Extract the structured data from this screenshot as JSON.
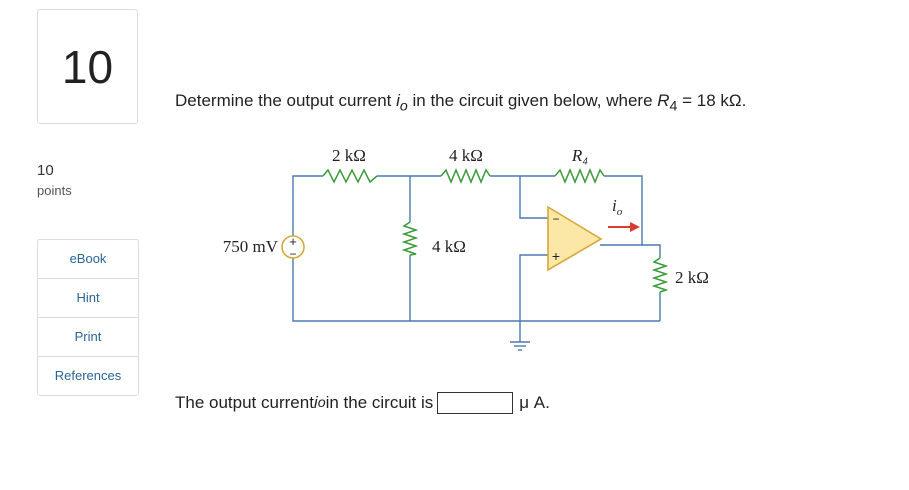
{
  "question": {
    "number": "10",
    "points_value": "10",
    "points_label": "points",
    "prompt_before": "Determine the output current ",
    "io_var": "i",
    "io_sub": "o",
    "prompt_after": " in the circuit given below, where ",
    "r4_var": "R",
    "r4_sub": "4",
    "r4_value": " = 18 kΩ."
  },
  "side_menu": [
    {
      "label": "eBook"
    },
    {
      "label": "Hint"
    },
    {
      "label": "Print"
    },
    {
      "label": "References"
    }
  ],
  "circuit": {
    "r1_label": "2 kΩ",
    "r2_label": "4 kΩ",
    "r4_label": "R₄",
    "r3_label": "4 kΩ",
    "source_label": "750 mV",
    "rl_label": "2 kΩ",
    "io_label": "i",
    "io_sub": "o",
    "source_plus": "+",
    "source_minus": "−",
    "opamp_minus": "−",
    "opamp_plus": "+",
    "wire_color": "#4a7ab0",
    "opamp_fill": "#fbe7a6",
    "source_color": "#d7a83a",
    "arrow_color": "#d83b2f"
  },
  "answer": {
    "prefix": "The output current ",
    "io_var": "i",
    "io_sub": "o",
    "mid": " in the circuit is",
    "value": "",
    "unit": "μ A."
  }
}
